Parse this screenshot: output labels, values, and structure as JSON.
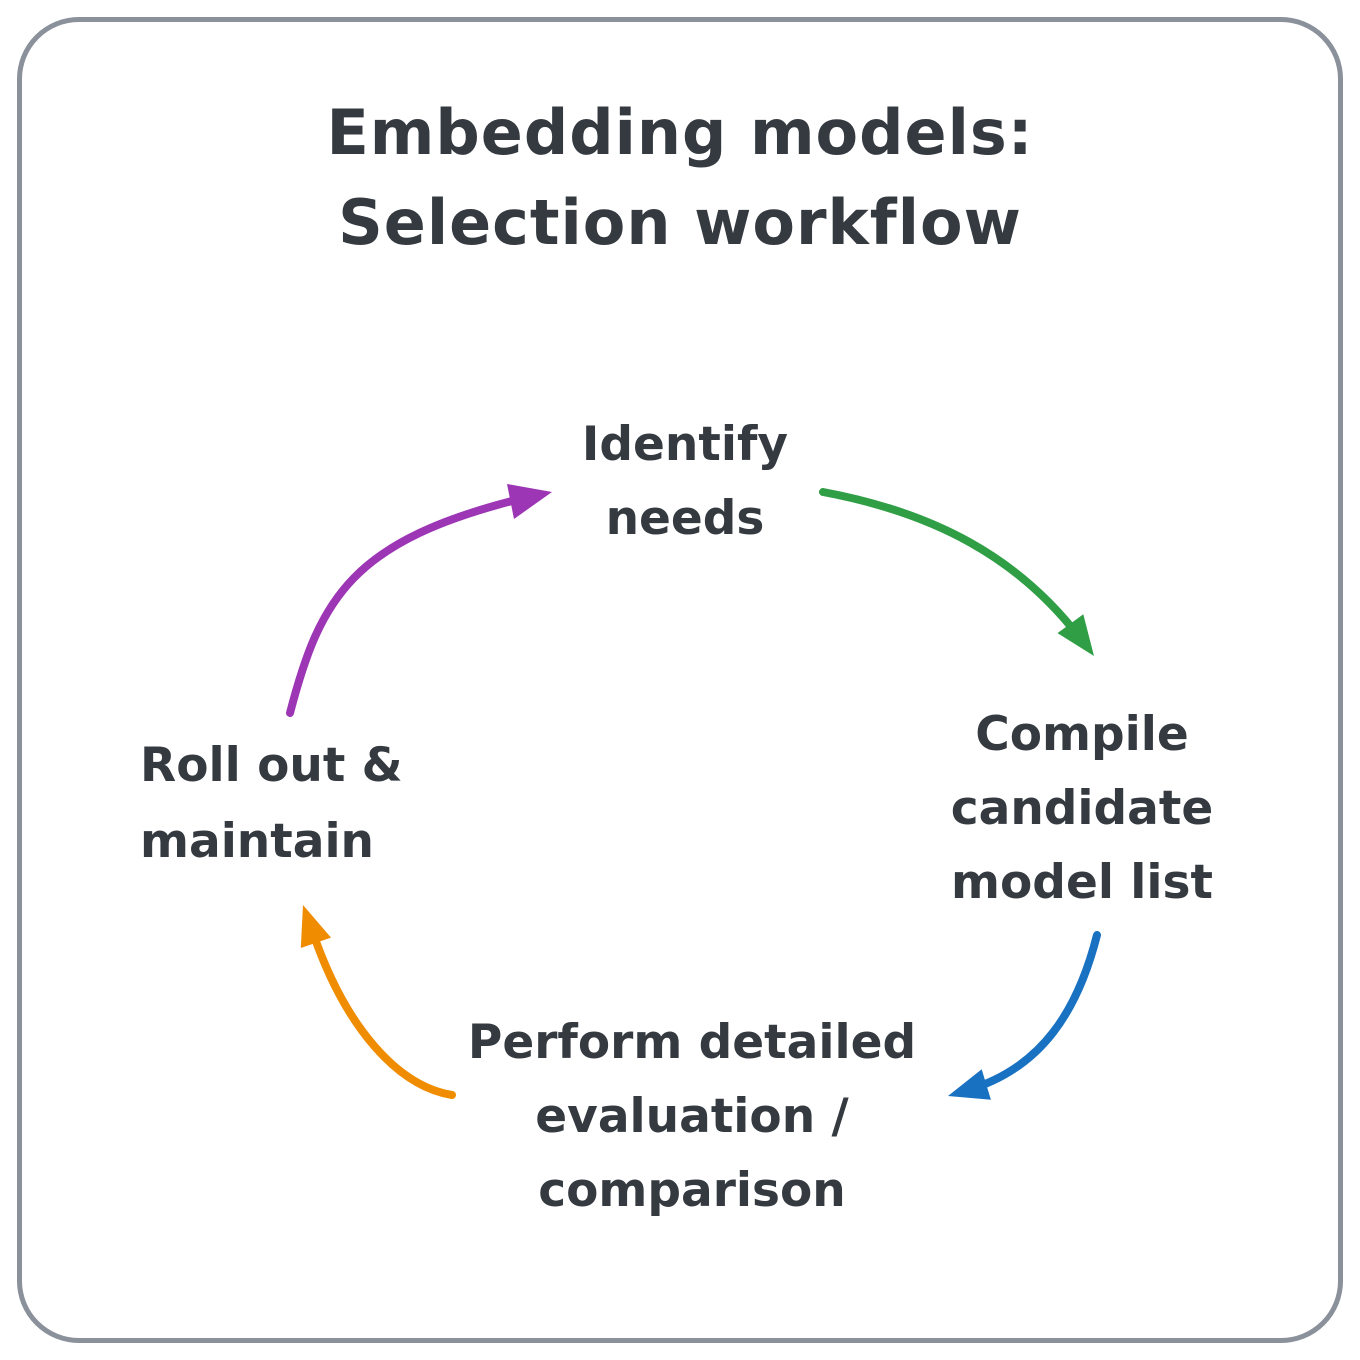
{
  "title": {
    "line1": "Embedding models:",
    "line2": "Selection workflow"
  },
  "nodes": {
    "identify_needs": {
      "line1": "Identify",
      "line2": "needs"
    },
    "compile_candidates": {
      "line1": "Compile",
      "line2": "candidate",
      "line3": "model list"
    },
    "perform_evaluation": {
      "line1": "Perform detailed",
      "line2": "evaluation /",
      "line3": "comparison"
    },
    "roll_out": {
      "line1": "Roll out &",
      "line2": "maintain"
    }
  },
  "arrows": {
    "identify_to_compile": {
      "from": "Identify needs",
      "to": "Compile candidate model list",
      "color": "#2f9e44"
    },
    "compile_to_evaluation": {
      "from": "Compile candidate model list",
      "to": "Perform detailed evaluation / comparison",
      "color": "#1971c2"
    },
    "evaluation_to_rollout": {
      "from": "Perform detailed evaluation / comparison",
      "to": "Roll out & maintain",
      "color": "#f08c00"
    },
    "rollout_to_identify": {
      "from": "Roll out & maintain",
      "to": "Identify needs",
      "color": "#9c36b5"
    }
  },
  "colors": {
    "ink": "#343a40",
    "card_border": "#8a919a",
    "background": "#ffffff"
  }
}
